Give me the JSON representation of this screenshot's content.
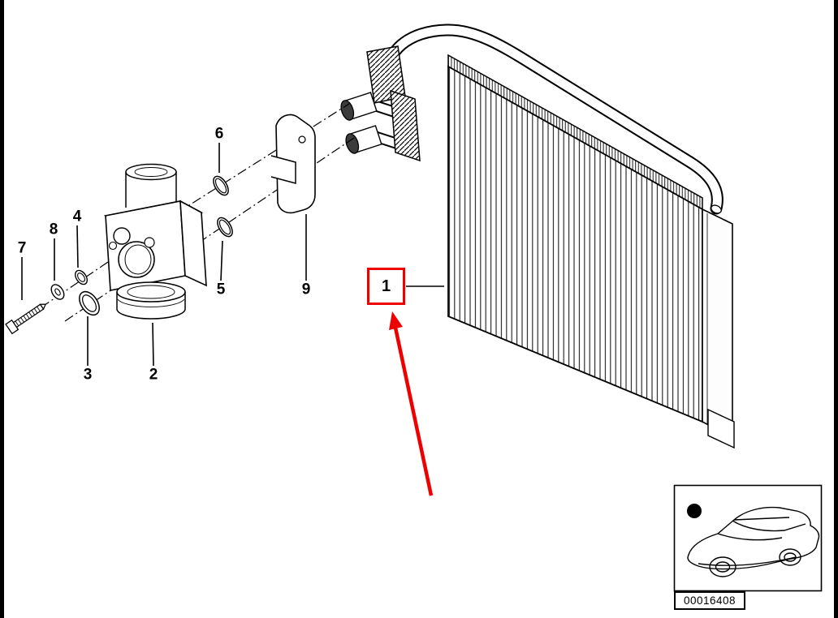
{
  "diagram": {
    "background_color": "#ffffff",
    "line_color": "#000000",
    "highlight_color": "#ee0000",
    "callouts": [
      "1",
      "2",
      "3",
      "4",
      "5",
      "6",
      "7",
      "8",
      "9"
    ],
    "highlighted_callout": "1"
  },
  "thumbnail": {
    "code": "00016408"
  }
}
